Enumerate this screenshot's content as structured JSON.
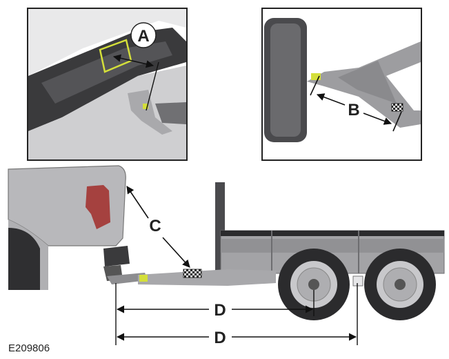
{
  "figure_code": "E209806",
  "callouts": {
    "a": "A",
    "b": "B",
    "c": "C",
    "d1": "D",
    "d2": "D"
  },
  "colors": {
    "marker": "#d4df3a",
    "body": "#b5b5b8",
    "dark": "#3a3a3c",
    "taillight": "#a5413f"
  }
}
